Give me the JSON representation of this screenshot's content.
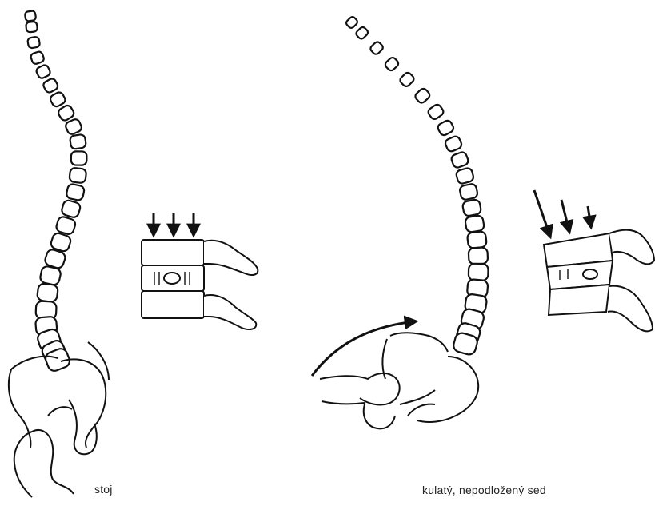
{
  "labels": {
    "standing": "stoj",
    "sitting": "kulatý, nepodložený sed"
  },
  "panels": [
    {
      "id": "standing",
      "description_key": "labels.standing",
      "disc_load_arrows": 3,
      "arrow_style": "vertical, equal"
    },
    {
      "id": "sitting",
      "description_key": "labels.sitting",
      "disc_load_arrows": 3,
      "arrow_style": "oblique, decreasing"
    }
  ],
  "colors": {
    "line": "#111111",
    "background": "#ffffff"
  }
}
